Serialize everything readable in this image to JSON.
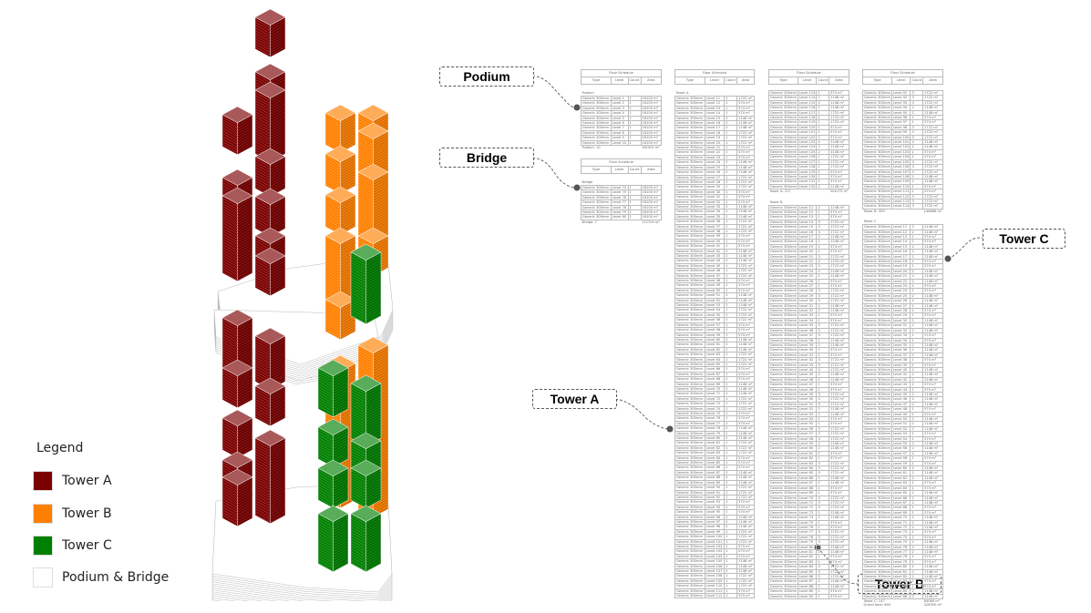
{
  "legend": {
    "title": "Legend",
    "items": [
      {
        "label": "Tower A",
        "color": "#7b0000"
      },
      {
        "label": "Tower B",
        "color": "#ff8000"
      },
      {
        "label": "Tower C",
        "color": "#008000"
      },
      {
        "label": "Podium & Bridge",
        "color": "#ffffff"
      }
    ]
  },
  "callouts": {
    "podium": "Podium",
    "bridge": "Bridge",
    "tower_a": "Tower A",
    "tower_b": "Tower B",
    "tower_c": "Tower C"
  },
  "schedule": {
    "title": "Floor Schedule",
    "columns": [
      "Type",
      "Level",
      "Count",
      "Area"
    ],
    "wall_type": "Generic 300mm",
    "podium": {
      "group": "Podium",
      "rows": [
        [
          "Generic 300mm",
          "Level 1",
          "1",
          "16100 m²"
        ],
        [
          "Generic 300mm",
          "Level 2",
          "1",
          "16100 m²"
        ],
        [
          "Generic 300mm",
          "Level 3",
          "1",
          "16100 m²"
        ],
        [
          "Generic 300mm",
          "Level 4",
          "1",
          "16100 m²"
        ],
        [
          "Generic 300mm",
          "Level 5",
          "1",
          "16100 m²"
        ],
        [
          "Generic 300mm",
          "Level 6",
          "1",
          "16100 m²"
        ],
        [
          "Generic 300mm",
          "Level 7",
          "1",
          "16100 m²"
        ],
        [
          "Generic 300mm",
          "Level 8",
          "1",
          "16100 m²"
        ],
        [
          "Generic 300mm",
          "Level 9",
          "1",
          "16100 m²"
        ],
        [
          "Generic 300mm",
          "Level 10",
          "1",
          "16100 m²"
        ]
      ],
      "total_label": "Podium: 10",
      "total_area": "161001 m²"
    },
    "bridge": {
      "group": "Bridge",
      "rows": [
        [
          "Generic 300mm",
          "Level 74",
          "1",
          "16100 m²"
        ],
        [
          "Generic 300mm",
          "Level 75",
          "1",
          "16100 m²"
        ],
        [
          "Generic 300mm",
          "Level 76",
          "1",
          "16100 m²"
        ],
        [
          "Generic 300mm",
          "Level 77",
          "1",
          "16100 m²"
        ],
        [
          "Generic 300mm",
          "Level 78",
          "1",
          "16100 m²"
        ],
        [
          "Generic 300mm",
          "Level 79",
          "1",
          "16100 m²"
        ],
        [
          "Generic 300mm",
          "Level 80",
          "1",
          "16100 m²"
        ]
      ],
      "total_label": "Bridge: 7",
      "total_area": "112700 m²"
    },
    "tower_a": {
      "group": "Tower A",
      "total_label": "Tower A: 317",
      "total_area": "324275 m²"
    },
    "tower_b": {
      "group": "Tower B",
      "total_label": "Tower B: 359",
      "total_area": "146686 m²"
    },
    "tower_c": {
      "group": "Tower C",
      "total_label": "Tower C: 147",
      "total_area": "84089 m²"
    },
    "grand_total_label": "Grand total: 840",
    "grand_total_area": "428350 m²"
  }
}
